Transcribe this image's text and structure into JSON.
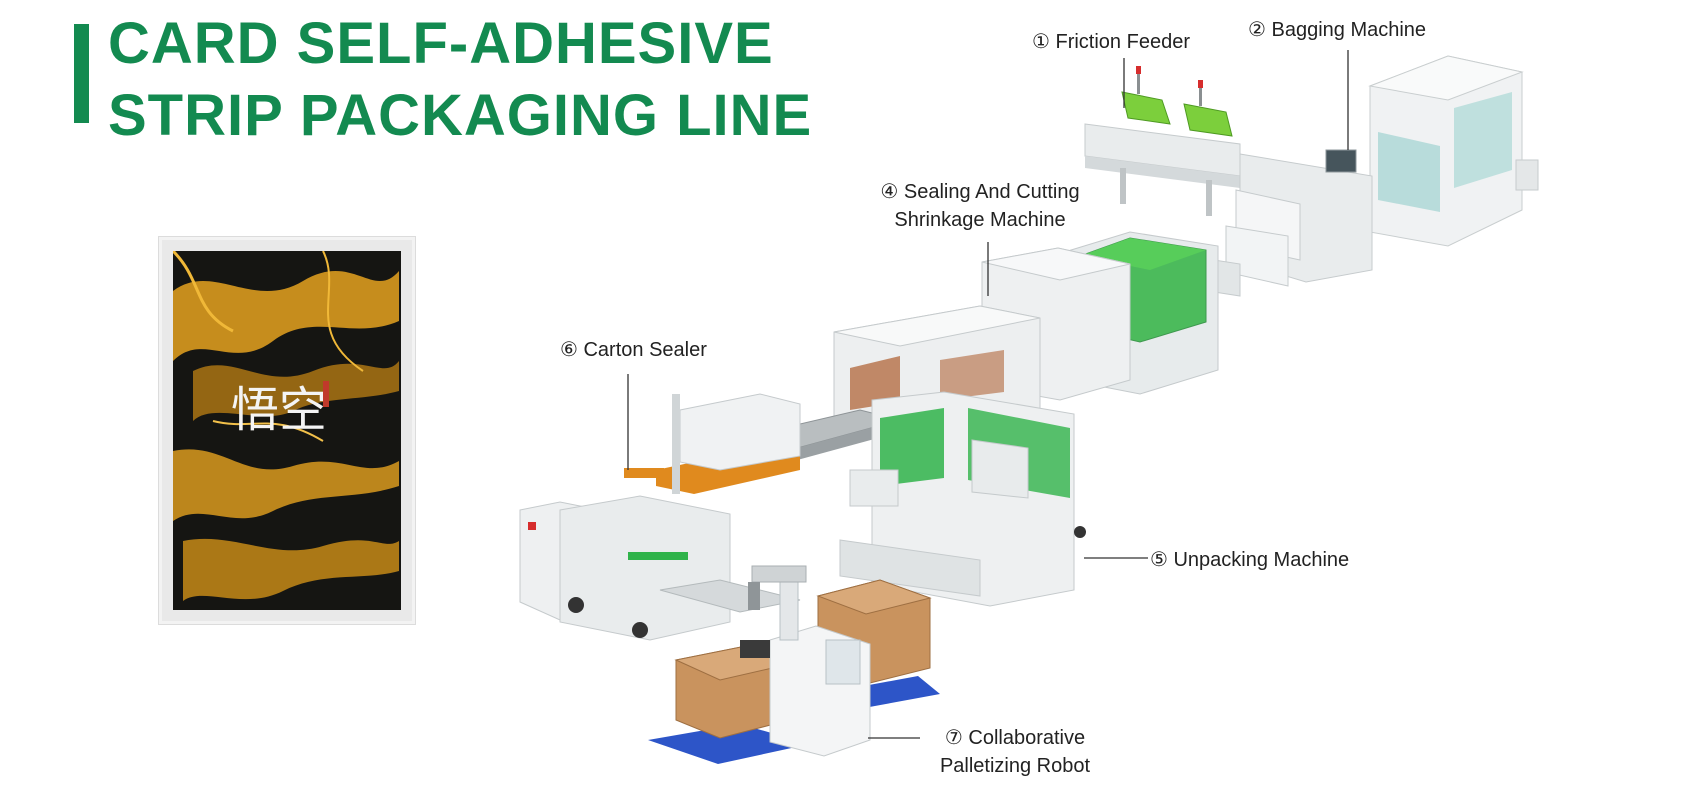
{
  "title": {
    "line1": "CARD SELF-ADHESIVE",
    "line2": "STRIP PACKAGING LINE"
  },
  "colors": {
    "brand_green": "#138a50",
    "machine_green": "#2fb34a",
    "machine_white": "#eef0f1",
    "conveyor_orange": "#e08a1e",
    "carton_brown": "#c9935e",
    "pallet_blue": "#2d55c8"
  },
  "product_sample": {
    "artwork_text": "悟空"
  },
  "labels": {
    "friction_feeder": "① Friction Feeder",
    "bagging_machine": "② Bagging Machine",
    "sealing_line1": "④ Sealing And Cutting",
    "sealing_line2": "Shrinkage Machine",
    "carton_sealer": "⑥ Carton Sealer",
    "unpacking_machine": "⑤ Unpacking Machine",
    "palletizing_line1": "⑦ Collaborative",
    "palletizing_line2": "Palletizing Robot"
  }
}
